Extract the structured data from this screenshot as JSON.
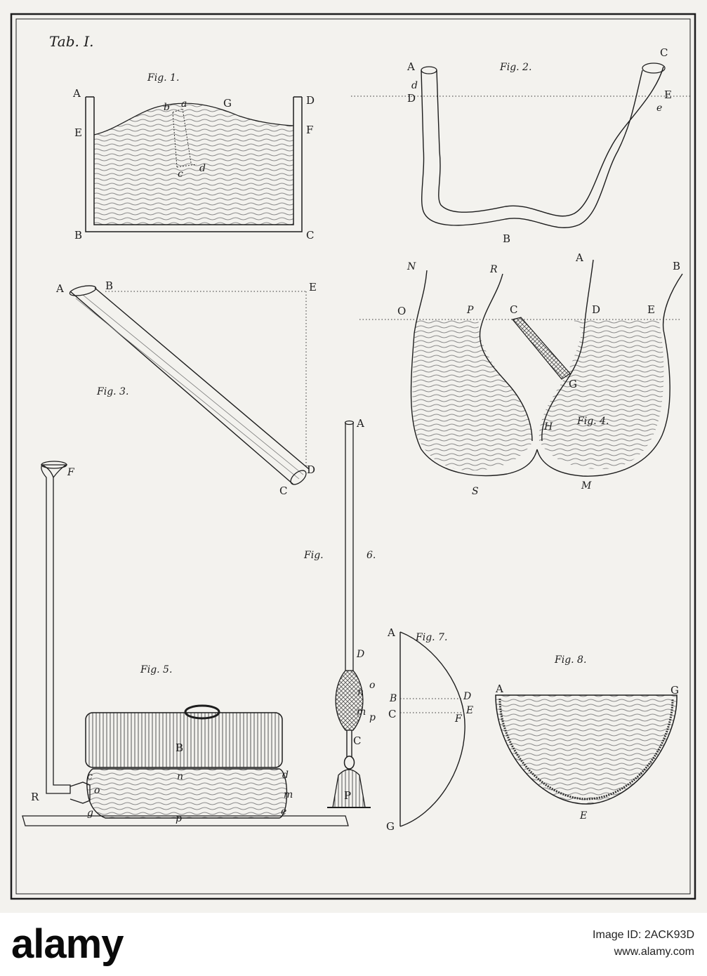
{
  "plate": {
    "title": "Tab. I.",
    "colors": {
      "paper": "#f3f2ee",
      "ink": "#1d1d1d",
      "water": "#8d8d8d"
    },
    "fig1": {
      "caption": "Fig. 1.",
      "labels": [
        "A",
        "D",
        "E",
        "F",
        "G",
        "a",
        "b",
        "c",
        "d",
        "B",
        "C"
      ]
    },
    "fig2": {
      "caption": "Fig. 2.",
      "labels": [
        "A",
        "C",
        "d",
        "D",
        "E",
        "e",
        "B"
      ]
    },
    "fig3": {
      "caption": "Fig. 3.",
      "labels": [
        "A",
        "B",
        "E",
        "D",
        "C"
      ]
    },
    "fig4": {
      "caption": "Fig. 4.",
      "labels": [
        "N",
        "R",
        "A",
        "B",
        "O",
        "P",
        "C",
        "D",
        "E",
        "G",
        "H",
        "S",
        "M"
      ]
    },
    "fig5": {
      "caption": "Fig. 5.",
      "labels": [
        "F",
        "B",
        "c",
        "n",
        "d",
        "R",
        "o",
        "m",
        "g",
        "p",
        "e"
      ]
    },
    "fig6": {
      "caption_a": "Fig.",
      "caption_b": "6.",
      "labels": [
        "A",
        "D",
        "o",
        "n",
        "m",
        "p",
        "C",
        "P"
      ]
    },
    "fig7": {
      "caption": "Fig. 7.",
      "labels": [
        "A",
        "B",
        "D",
        "C",
        "E",
        "F",
        "G"
      ]
    },
    "fig8": {
      "caption": "Fig. 8.",
      "labels": [
        "A",
        "G",
        "E"
      ]
    }
  },
  "footer": {
    "logo": "alamy",
    "stock_id": "Image ID: 2ACK93D",
    "url": "www.alamy.com"
  }
}
